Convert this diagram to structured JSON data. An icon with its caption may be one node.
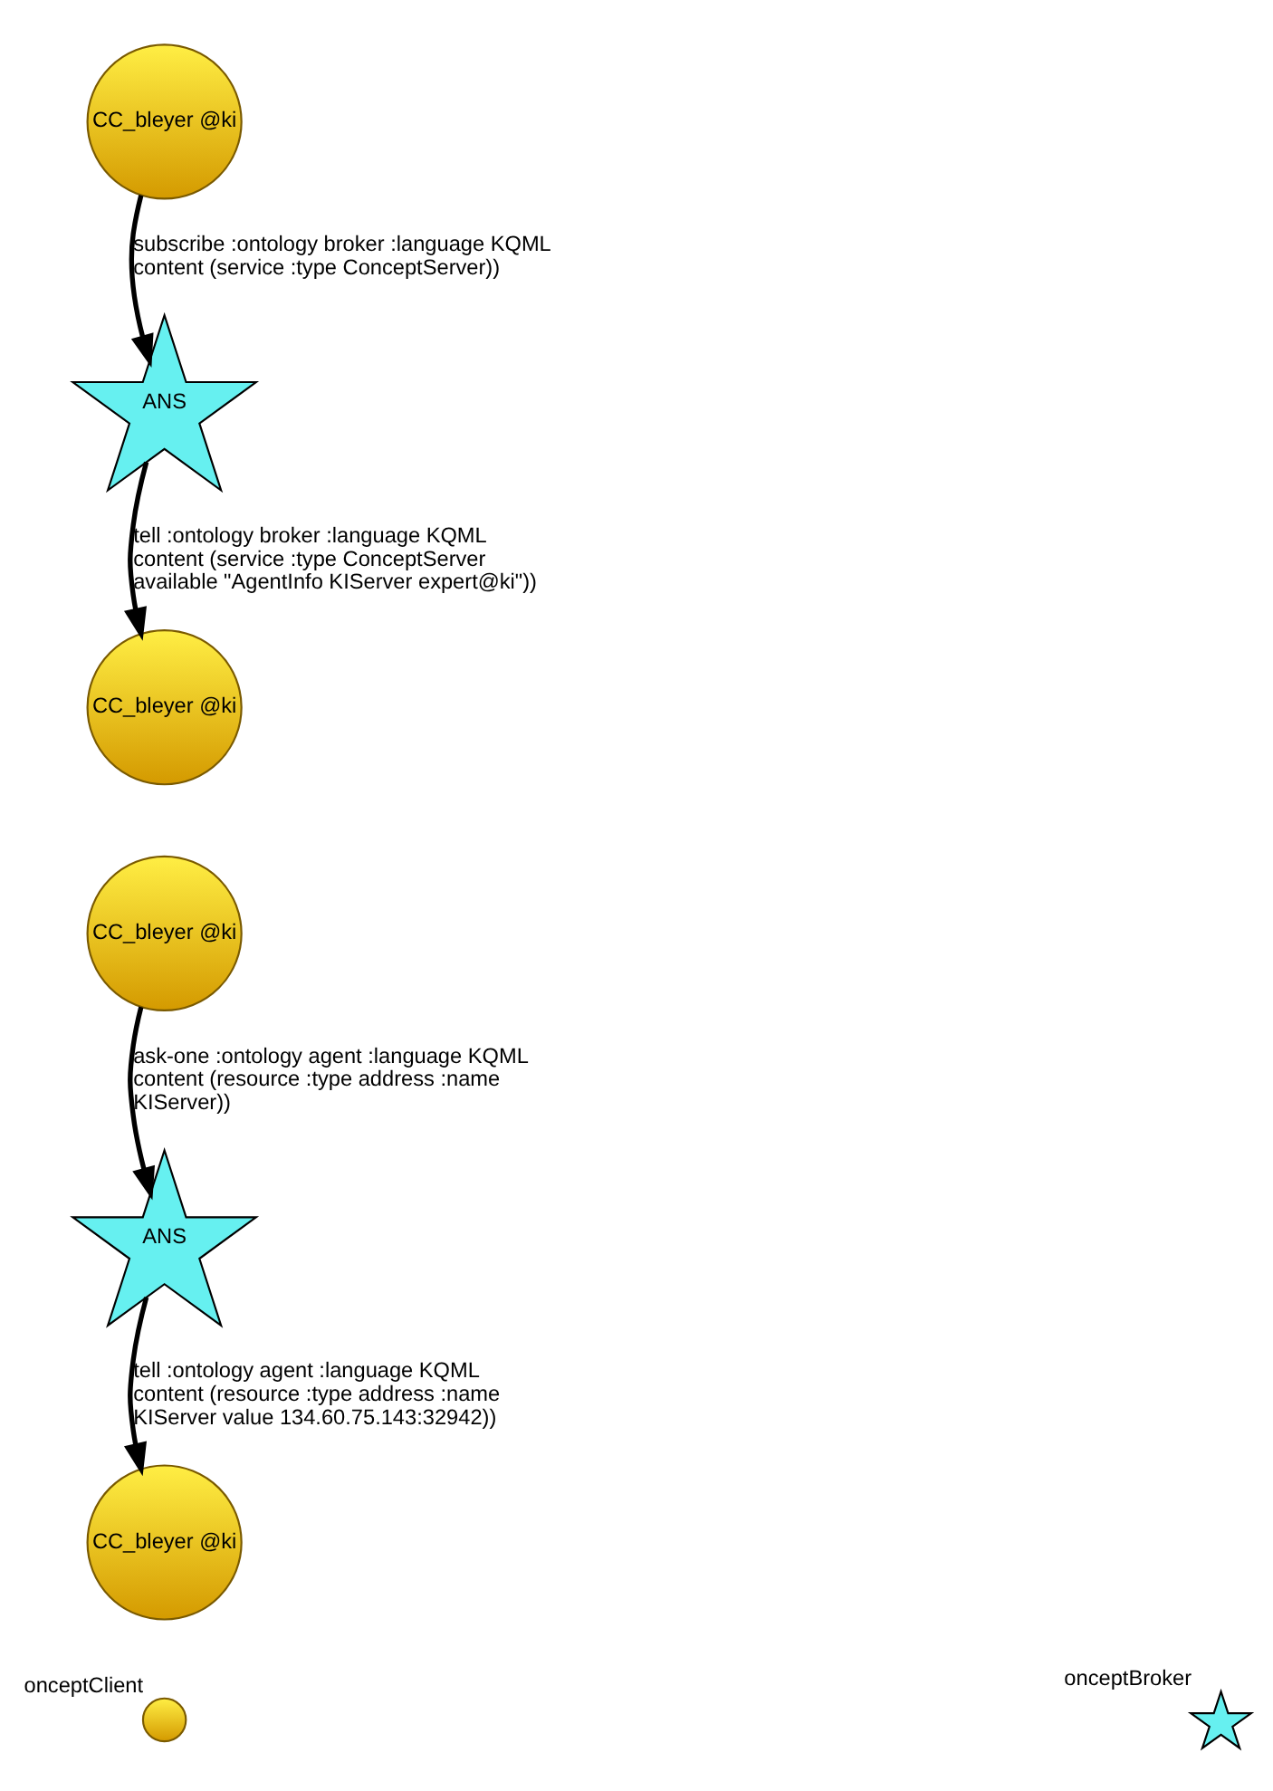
{
  "diagram": {
    "nodes": [
      {
        "text": [
          "CC_bleyer @ki"
        ]
      },
      {
        "text": [
          "ANS"
        ]
      },
      {
        "text": [
          "CC_bleyer @ki"
        ]
      },
      {
        "text": [
          "CC_bleyer @ki"
        ]
      },
      {
        "text": [
          "ANS"
        ]
      },
      {
        "text": [
          "CC_bleyer @ki"
        ]
      }
    ],
    "edges": [
      {
        "from": 0,
        "to": 1,
        "arrow": "to",
        "label": "subscribe :ontology broker :language KQML content (service :type ConceptServer))"
      },
      {
        "from": 1,
        "to": 2,
        "arrow": "to",
        "label": "tell :ontology broker :language KQML content (service :type ConceptServer available \"AgentInfo KIServer expert@ki\"))"
      },
      {
        "from": 3,
        "to": 4,
        "arrow": "to",
        "label": "ask-one :ontology agent :language KQML content (resource :type address :name KIServer))"
      },
      {
        "from": 4,
        "to": 5,
        "arrow": "to",
        "label": "tell :ontology agent :language KQML content (resource :type address :name KIServer value 134.60.75.143:32942))"
      }
    ],
    "legend": [
      {
        "text": "onceptClient"
      },
      {
        "text": "onceptBroker"
      }
    ]
  }
}
